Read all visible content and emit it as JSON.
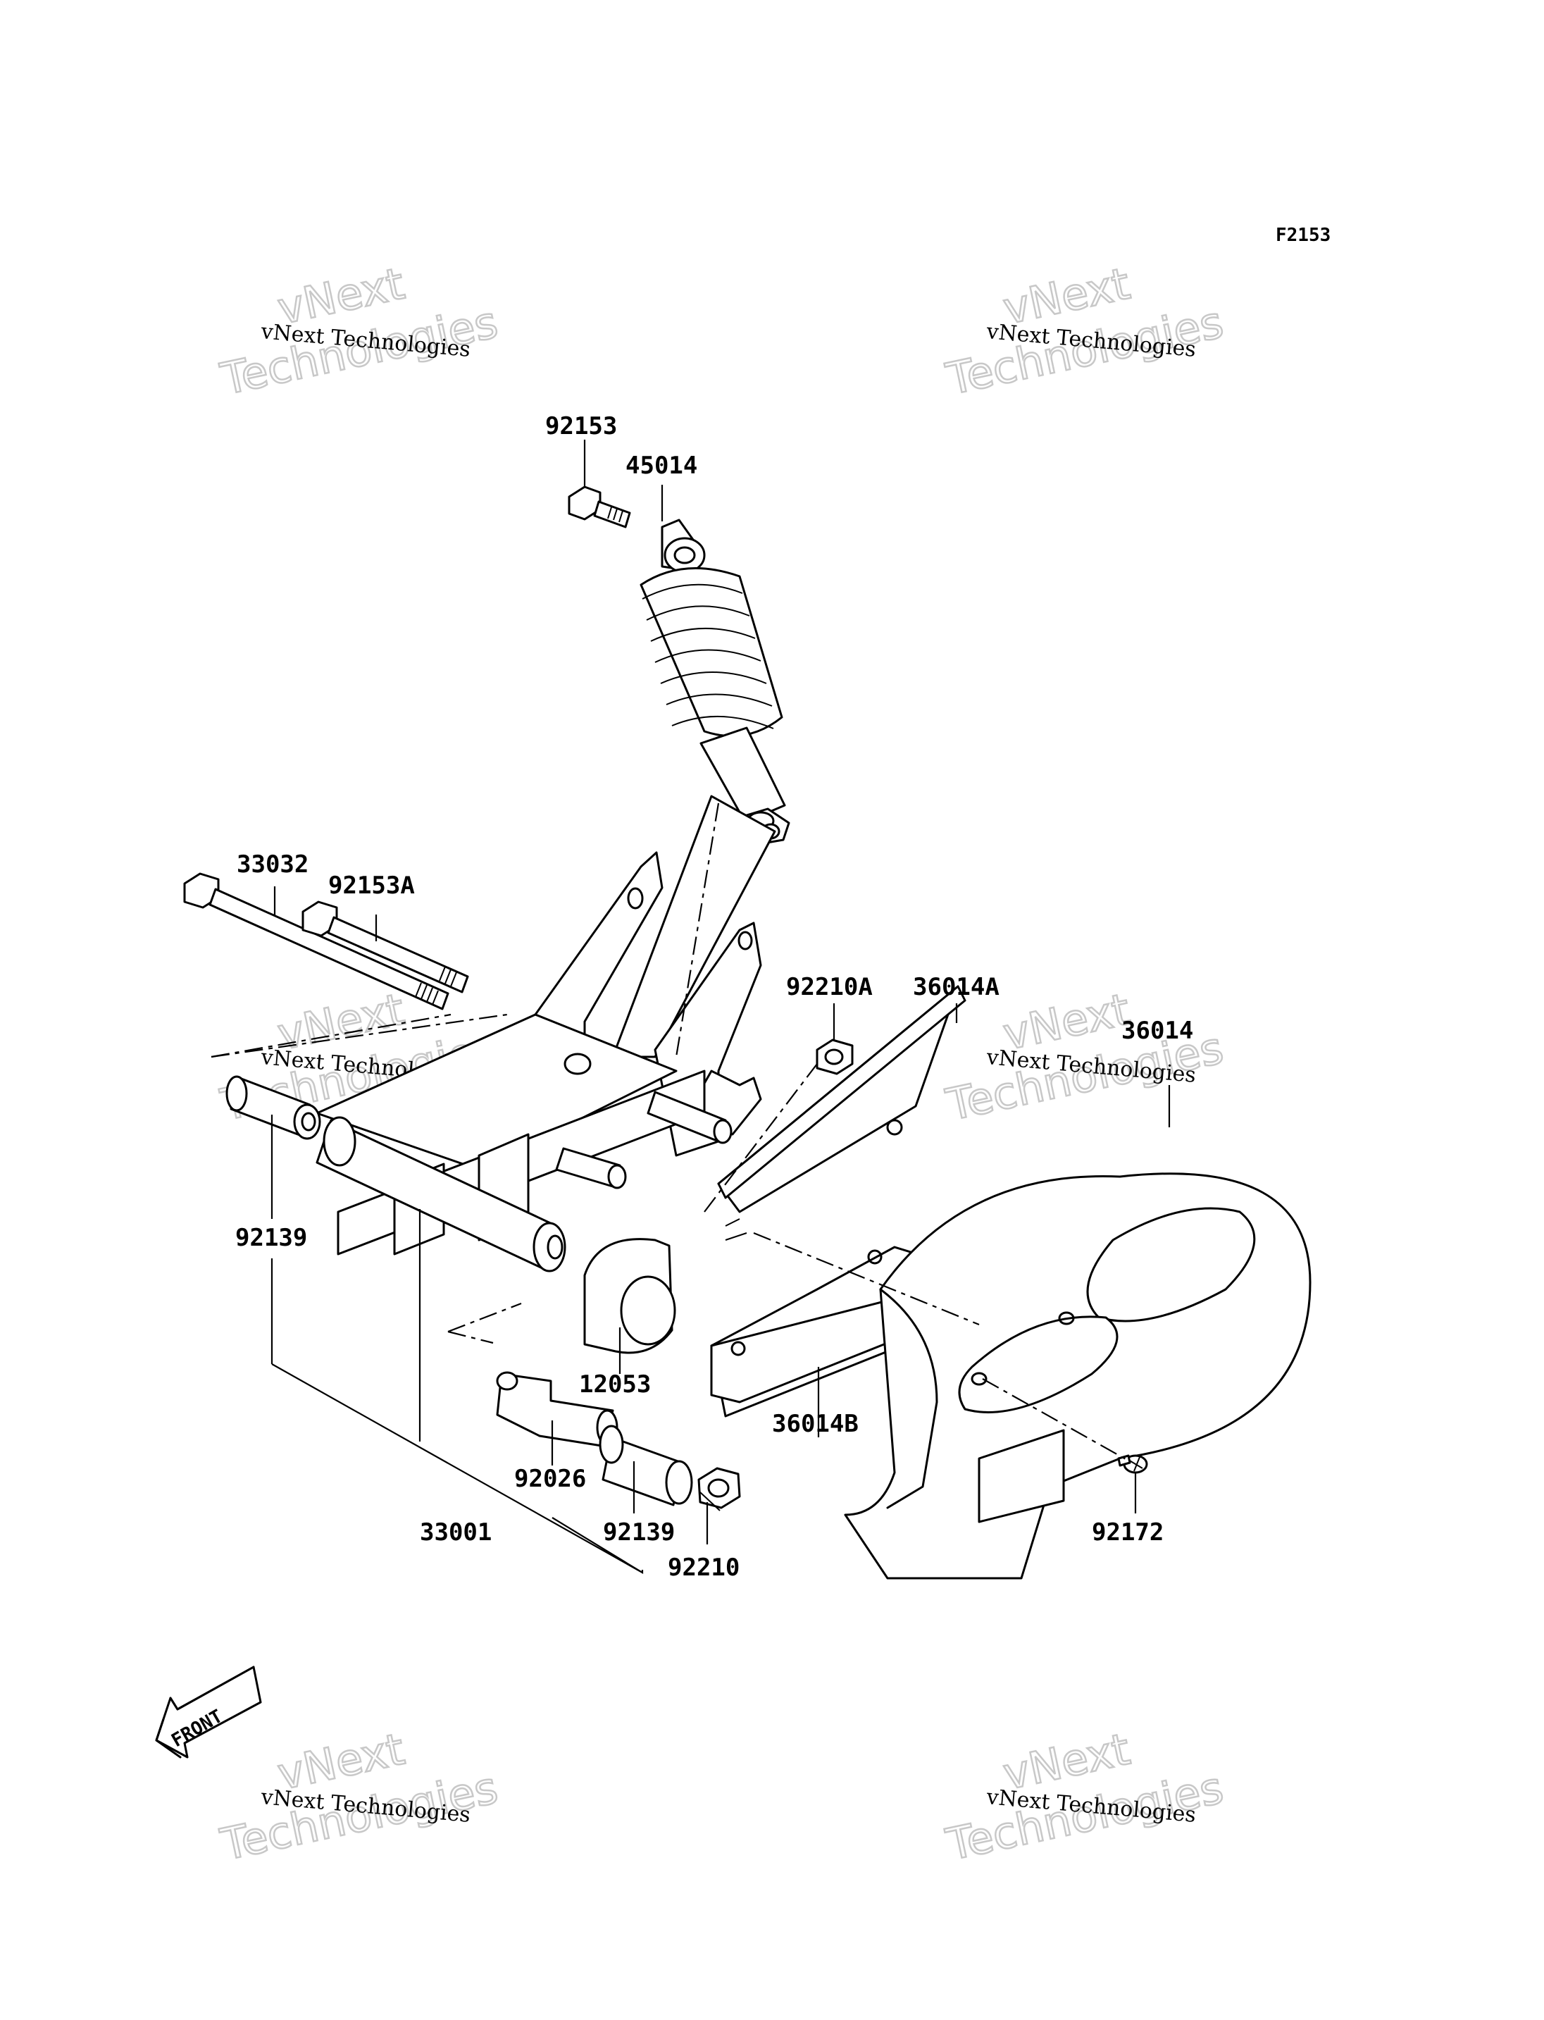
{
  "figure_code": "F2153",
  "watermark": {
    "line1": "vNext Technologies",
    "line2a": "vNext",
    "line2b": "Technologies"
  },
  "front_arrow_label": "FRONT",
  "parts": {
    "p92153": "92153",
    "p45014": "45014",
    "p33032": "33032",
    "p92153A": "92153A",
    "p92210A": "92210A",
    "p36014A": "36014A",
    "p36014": "36014",
    "p92139_left": "92139",
    "p12053": "12053",
    "p36014B": "36014B",
    "p92026": "92026",
    "p33001": "33001",
    "p92139_bottom": "92139",
    "p92210": "92210",
    "p92172": "92172"
  }
}
